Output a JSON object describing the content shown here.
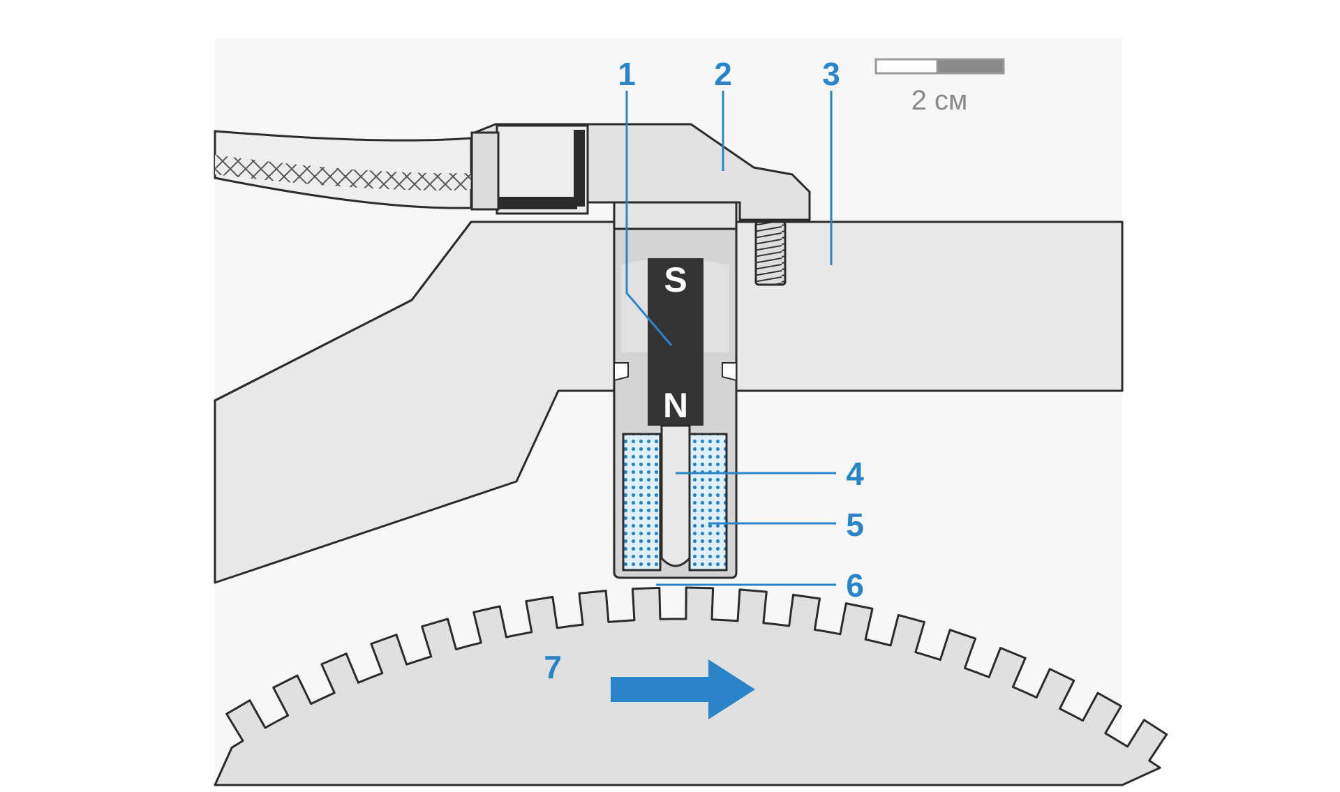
{
  "colors": {
    "accent_blue": "#2a85c8",
    "body_grey": "#e6e6e6",
    "housing_grey": "#dcdcdc",
    "magnet_dark": "#333333",
    "outline": "#2b2b2b",
    "scale_grey": "#8a8a8a"
  },
  "scale_bar": {
    "label": "2 см"
  },
  "magnet": {
    "south_label": "S",
    "north_label": "N"
  },
  "callouts": [
    {
      "id": "1",
      "label": "1"
    },
    {
      "id": "2",
      "label": "2"
    },
    {
      "id": "3",
      "label": "3"
    },
    {
      "id": "4",
      "label": "4"
    },
    {
      "id": "5",
      "label": "5"
    },
    {
      "id": "6",
      "label": "6"
    },
    {
      "id": "7",
      "label": "7"
    }
  ],
  "icons": {
    "rotation_arrow": "right-arrow-icon"
  }
}
